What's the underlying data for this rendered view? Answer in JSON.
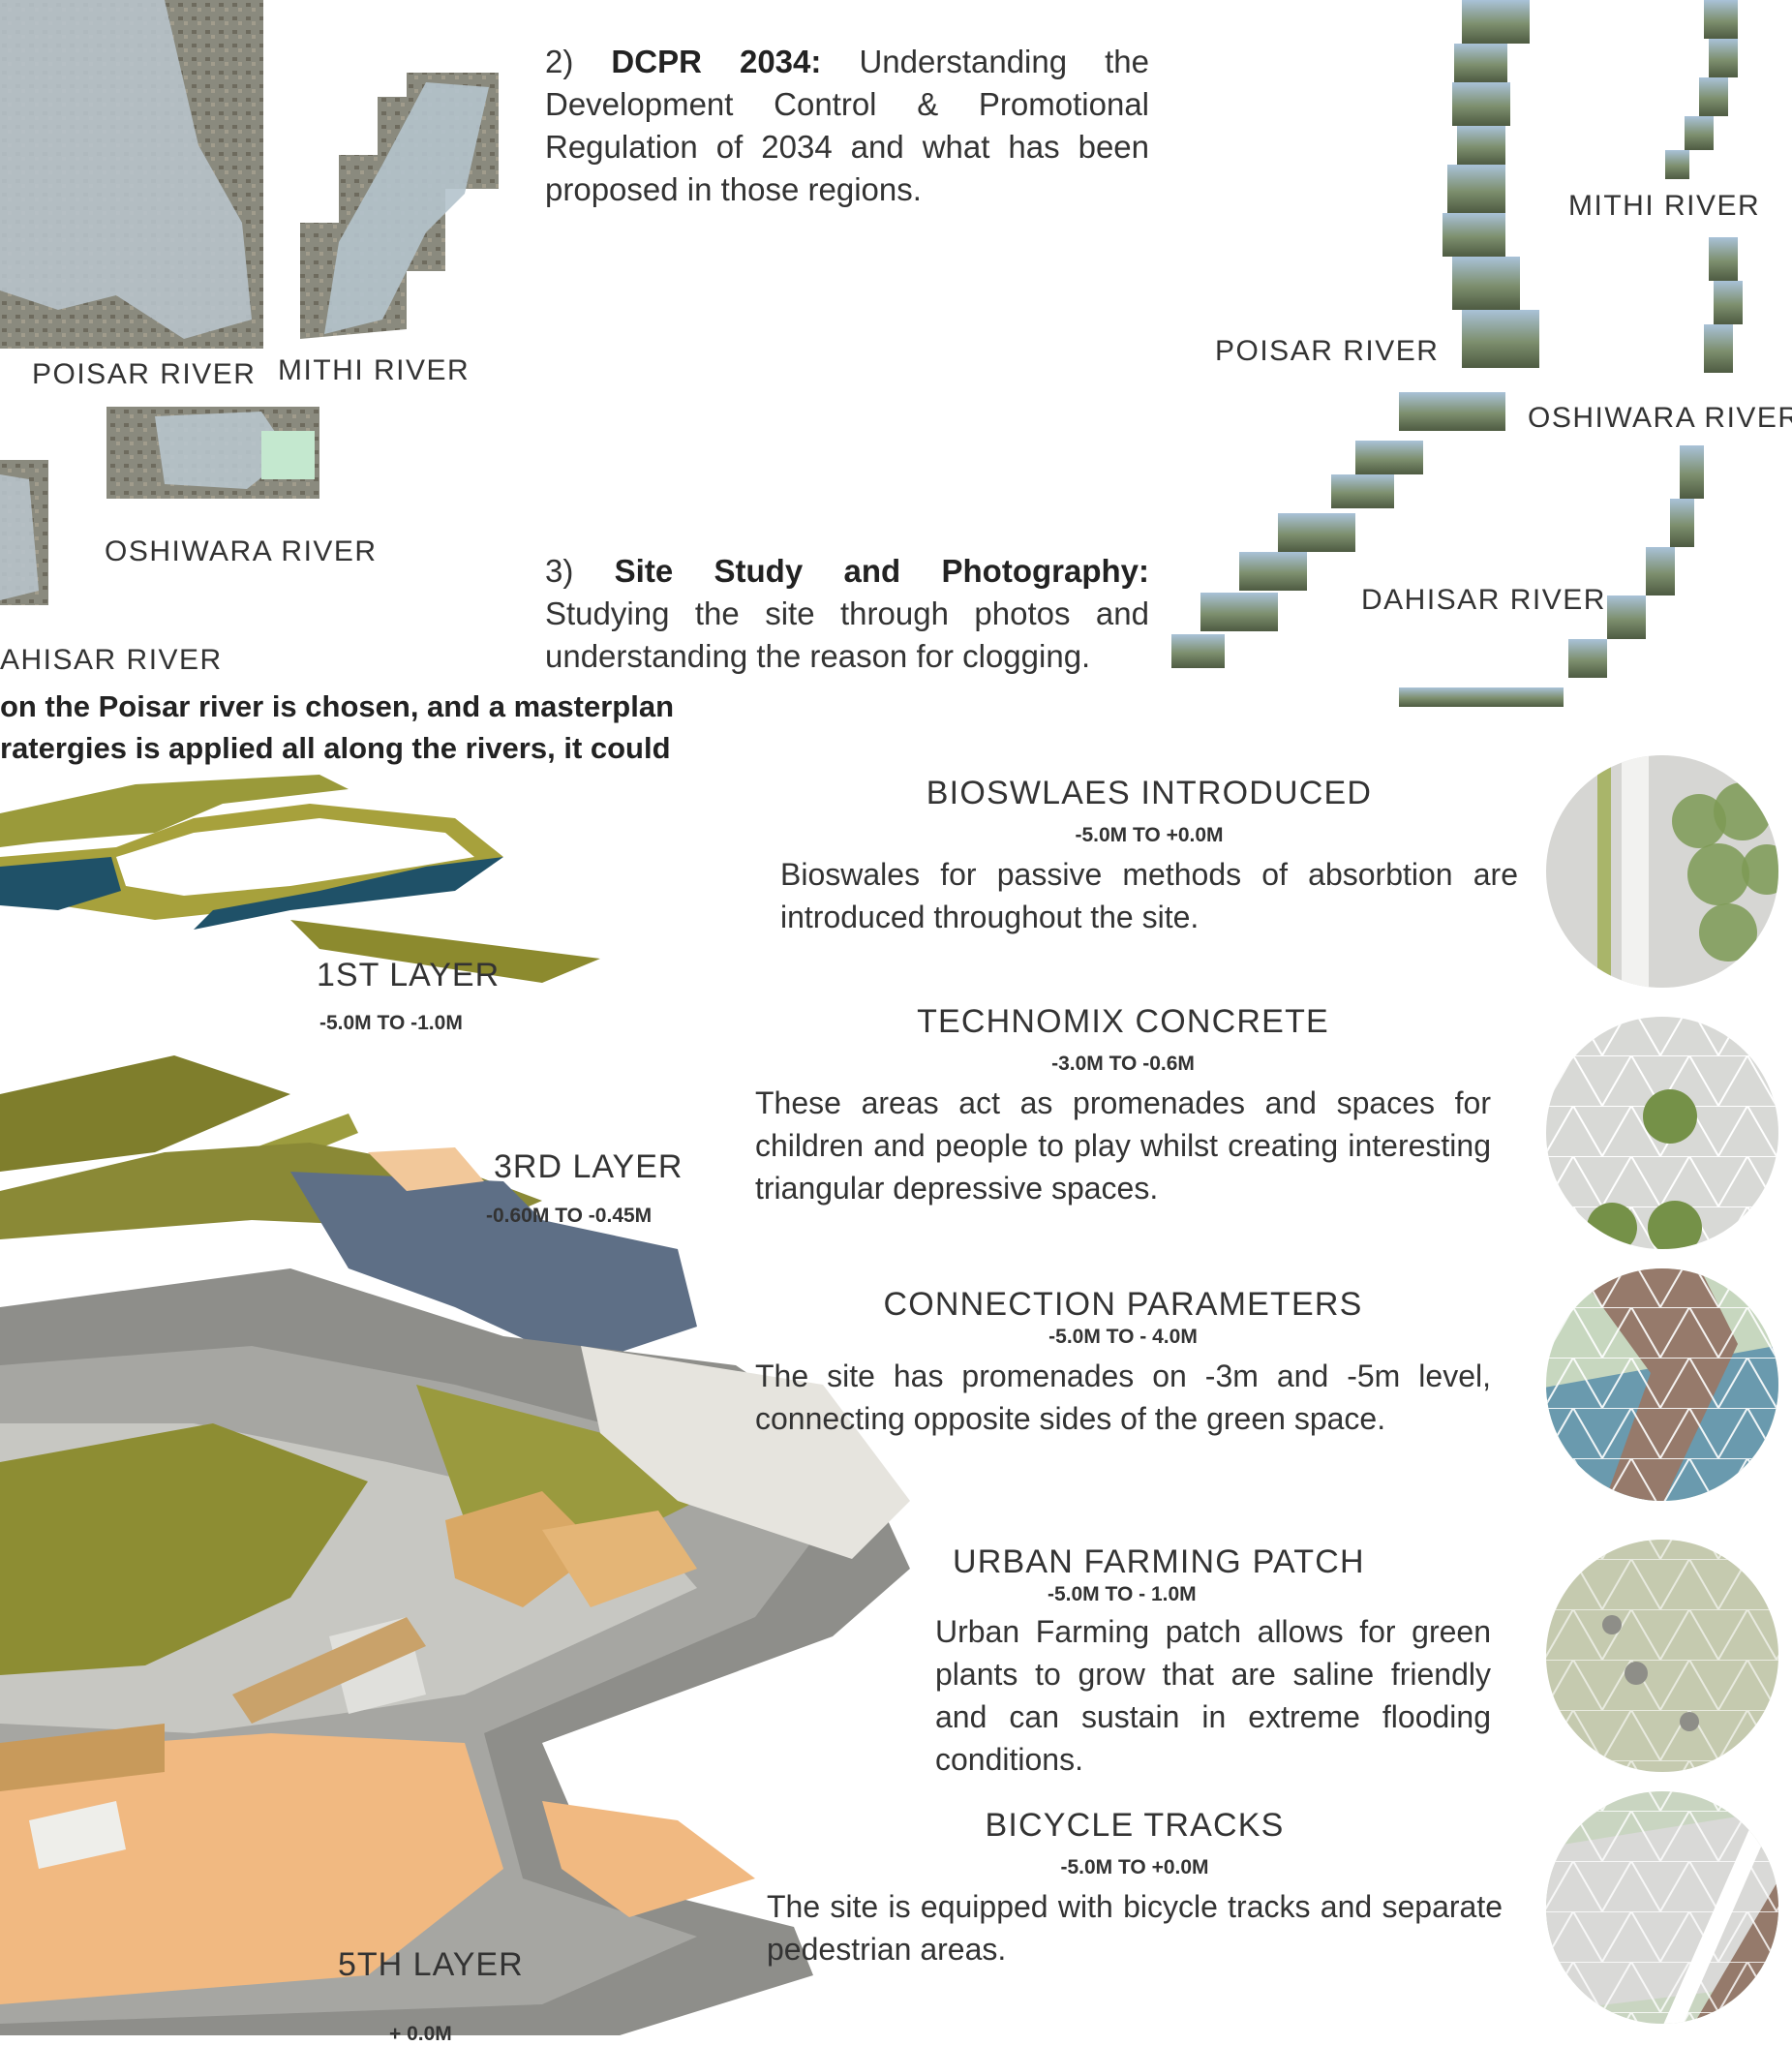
{
  "maps": {
    "poisar_label": "POISAR RIVER",
    "mithi_label": "MITHI RIVER",
    "oshiwara_label": "OSHIWARA RIVER",
    "dahisar_label": "AHISAR RIVER"
  },
  "photos": {
    "mithi_label": "MITHI RIVER",
    "poisar_label": "POISAR RIVER",
    "oshiwara_label": "OSHIWARA RIVER",
    "dahisar_label": "DAHISAR RIVER"
  },
  "section2": {
    "num": "2)",
    "heading": "DCPR 2034:",
    "text": "Understanding the Development Control & Promotional Regulation of 2034 and what has been proposed in those regions."
  },
  "section3": {
    "num": "3)",
    "heading": "Site Study and Photography:",
    "text": "Studying the site through photos and understanding the reason for clogging."
  },
  "intro": {
    "line1": "on the Poisar river is chosen, and a masterplan",
    "line2": "ratergies is applied all along the rivers, it could"
  },
  "layers": [
    {
      "title": "1ST LAYER",
      "range": "-5.0M TO -1.0M"
    },
    {
      "title": "3RD LAYER",
      "range": "-0.60M TO -0.45M"
    },
    {
      "title": "5TH LAYER",
      "range": "+ 0.0M"
    }
  ],
  "features": [
    {
      "title": "BIOSWLAES INTRODUCED",
      "range": "-5.0M TO +0.0M",
      "desc": "Bioswales for passive methods of absorbtion are introduced throughout the site."
    },
    {
      "title": "TECHNOMIX CONCRETE",
      "range": "-3.0M TO -0.6M",
      "desc": "These areas act as promenades and spaces for children and people to play whilst creating interesting triangular depressive spaces."
    },
    {
      "title": "CONNECTION PARAMETERS",
      "range": "-5.0M TO - 4.0M",
      "desc": "The site has promenades on -3m and -5m level, connecting opposite sides of the green space."
    },
    {
      "title": "URBAN FARMING PATCH",
      "range": "-5.0M TO - 1.0M",
      "desc": "Urban Farming patch allows for green plants to grow that are saline friendly and can sustain in extreme flooding conditions."
    },
    {
      "title": "BICYCLE TRACKS",
      "range": "-5.0M TO +0.0M",
      "desc": "The site is equipped with bicycle tracks and separate pedestrian areas."
    }
  ]
}
